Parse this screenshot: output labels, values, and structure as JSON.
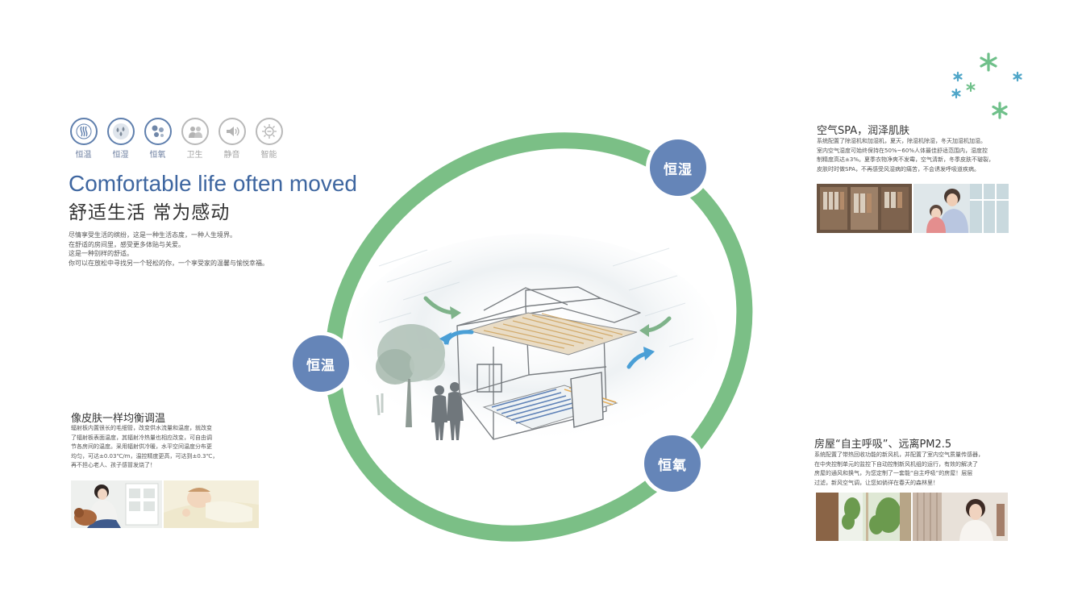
{
  "features": [
    {
      "icon": "temperature-icon",
      "label": "恒温",
      "active": true
    },
    {
      "icon": "humidity-icon",
      "label": "恒湿",
      "active": true
    },
    {
      "icon": "oxygen-icon",
      "label": "恒氧",
      "active": true
    },
    {
      "icon": "hygiene-icon",
      "label": "卫生",
      "active": false
    },
    {
      "icon": "quiet-icon",
      "label": "静音",
      "active": false
    },
    {
      "icon": "smart-icon",
      "label": "智能",
      "active": false
    }
  ],
  "headline": {
    "en": "Comfortable life often moved",
    "cn": "舒适生活 常为感动",
    "lines": [
      "尽情享受生活的缤纷，这是一种生活态度，一种人生境界。",
      "在舒适的房间里，感受更多体贴与关爱。",
      "这是一种别样的舒适。",
      "你可以在放松中寻找另一个轻松的你，一个享受家的温馨与愉悦幸福。"
    ]
  },
  "hubs": {
    "humidity": "恒湿",
    "temperature": "恒温",
    "oxygen": "恒氧"
  },
  "sections": {
    "humidity": {
      "title": "空气SPA，润泽肌肤",
      "lines": [
        "系统配置了除湿机和加湿机，夏天，除湿机除湿，冬天加湿机加湿。",
        "室内空气湿度可始终保持在50%~60%人体最佳舒适范围内，湿度控",
        "制精度高达±3%。夏季衣物净爽不发霉，空气清新，冬季皮肤不皲裂，",
        "皮肤时时做SPA，不再感受风湿病的痛苦，不会诱发呼吸道疾病。"
      ]
    },
    "temperature": {
      "title": "像皮肤一样均衡调温",
      "lines": [
        "辐射板内置很长的毛细管，改变供水流量和温度，就改变",
        "了辐射板表面温度，其辐射冷热量也相应改变，可自由调",
        "节各房间的温度。采用辐射供冷暖，水平空间温度分布更",
        "均匀，可达±0.03℃/m，温控精度更高，可达到±0.3℃，",
        "再不担心老人、孩子感冒发烧了！"
      ]
    },
    "oxygen": {
      "title": "房屋“自主呼吸”、远离PM2.5",
      "lines": [
        "系统配置了带热回收功能的新风机，并配置了室内空气质量传感器，",
        "在中央控制单元的监控下自动控制新风机组的运行，有效的解决了",
        "房屋的通风和换气，为您定制了一套能“自主呼吸”的房屋！层层",
        "过滤，新风空气调，让您如倘徉在春天的森林里！"
      ]
    }
  },
  "colors": {
    "ring": "#7bbf86",
    "hub": "#6585b8",
    "accent_blue": "#3e66a0",
    "arrow_blue": "#4a9fd6",
    "arrow_green": "#7fb38a",
    "asterisk_green": "#6fc08a",
    "asterisk_blue": "#4fa6c8"
  }
}
